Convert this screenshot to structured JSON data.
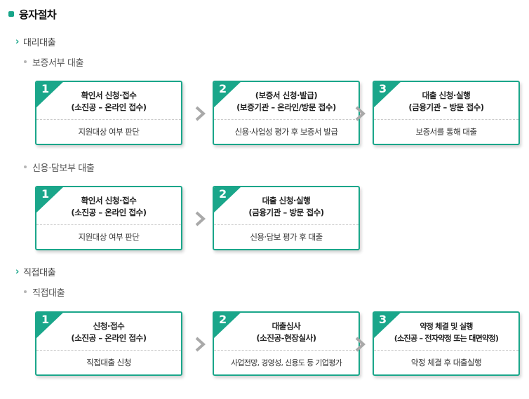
{
  "title": "융자절차",
  "sections": [
    {
      "label": "대리대출",
      "subsections": [
        {
          "label": "보증서부 대출",
          "steps": [
            {
              "num": "1",
              "line1": "확인서 신청·접수",
              "line2": "(소진공 – 온라인 접수)",
              "bottom": "지원대상 여부 판단"
            },
            {
              "num": "2",
              "line1": "(보증서 신청·발급)",
              "line2": "(보증기관 – 온라인/방문 접수)",
              "bottom": "신용·사업성 평가 후 보증서 발급"
            },
            {
              "num": "3",
              "line1": "대출 신청·실행",
              "line2": "(금융기관 – 방문 접수)",
              "bottom": "보증서를 통해 대출"
            }
          ]
        },
        {
          "label": "신용·담보부 대출",
          "steps": [
            {
              "num": "1",
              "line1": "확인서 신청·접수",
              "line2": "(소진공 – 온라인 접수)",
              "bottom": "지원대상 여부 판단"
            },
            {
              "num": "2",
              "line1": "대출 신청·실행",
              "line2": "(금융기관 – 방문 접수)",
              "bottom": "신용·담보 평가 후 대출"
            }
          ]
        }
      ]
    },
    {
      "label": "직접대출",
      "subsections": [
        {
          "label": "직접대출",
          "steps": [
            {
              "num": "1",
              "line1": "신청·접수",
              "line2": "(소진공 – 온라인 접수)",
              "bottom": "직접대출 신청"
            },
            {
              "num": "2",
              "line1": "대출심사",
              "line2": "(소진공-현장실사)",
              "bottom": "사업전망, 경영성, 신용도 등 기업평가"
            },
            {
              "num": "3",
              "line1": "약정 체결 및 실행",
              "line2": "(소진공 – 전자약정 또는 대면약정)",
              "bottom": "약정 체결 후 대출실행"
            }
          ]
        }
      ]
    }
  ],
  "colors": {
    "accent": "#1aa68a",
    "arrow": "#a9a9a9"
  },
  "icons": {
    "section_bullet": "chevron-right-icon",
    "step_arrow": "chevron-right-icon"
  }
}
